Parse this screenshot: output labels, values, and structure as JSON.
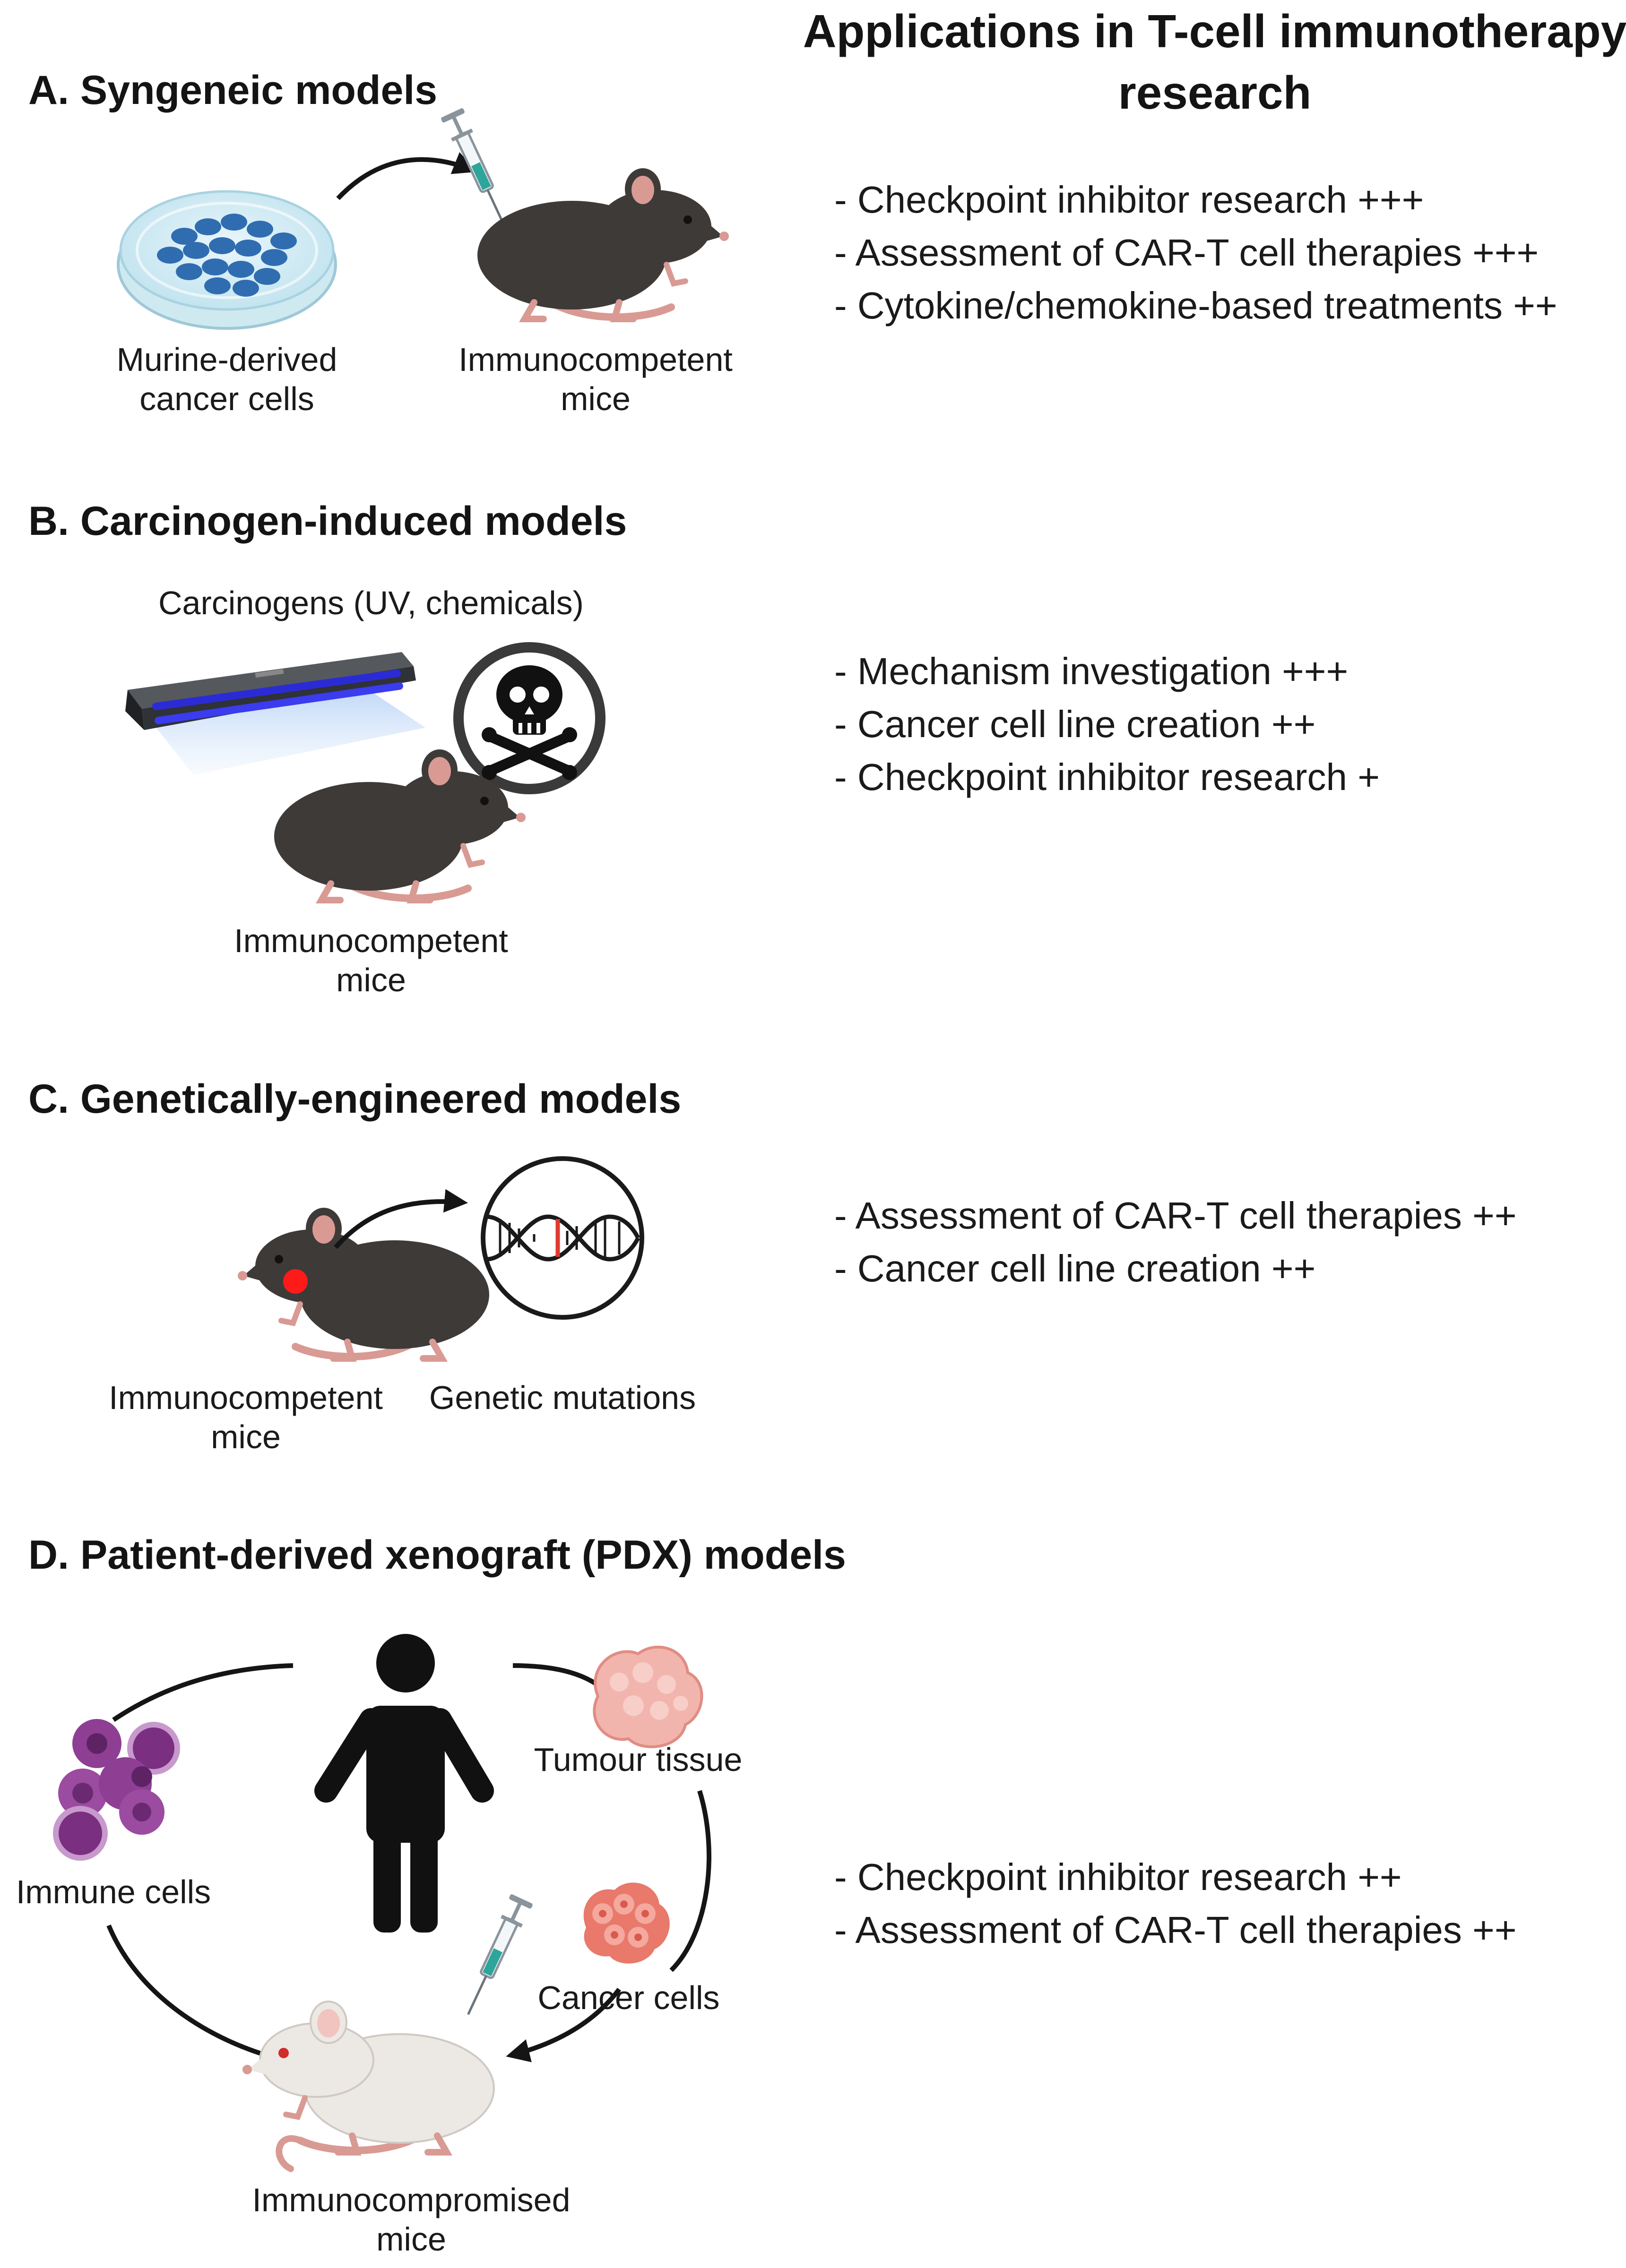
{
  "header": {
    "line1": "Applications in T-cell immunotherapy",
    "line2": "research"
  },
  "sections": {
    "a": {
      "title": "A. Syngeneic models",
      "label_cells_1": "Murine-derived",
      "label_cells_2": "cancer cells",
      "label_mice_1": "Immunocompetent",
      "label_mice_2": "mice",
      "applications": [
        "- Checkpoint inhibitor research +++",
        "- Assessment of CAR-T cell therapies +++",
        "- Cytokine/chemokine-based treatments ++"
      ]
    },
    "b": {
      "title": "B. Carcinogen-induced models",
      "carcinogens": "Carcinogens (UV, chemicals)",
      "label_mice_1": "Immunocompetent",
      "label_mice_2": "mice",
      "applications": [
        "- Mechanism investigation +++",
        "- Cancer cell line creation ++",
        "- Checkpoint inhibitor research +"
      ]
    },
    "c": {
      "title": "C. Genetically-engineered models",
      "label_mice_1": "Immunocompetent",
      "label_mice_2": "mice",
      "label_mutations": "Genetic mutations",
      "applications": [
        "- Assessment of CAR-T cell therapies ++",
        "- Cancer cell line creation ++"
      ]
    },
    "d": {
      "title": "D. Patient-derived xenograft (PDX) models",
      "label_tumour": "Tumour tissue",
      "label_immune": "Immune cells",
      "label_cancer": "Cancer cells",
      "label_mice_1": "Immunocompromised",
      "label_mice_2": "mice",
      "applications": [
        "- Checkpoint inhibitor research ++",
        "- Assessment of CAR-T cell therapies ++"
      ]
    }
  },
  "colors": {
    "mouse_dark": "#3d3a38",
    "mouse_white": "#ece8e4",
    "tail": "#d99a94",
    "dish_cells": "#2f6db0",
    "uv_light": "#2b2bd6",
    "immune_purple": "#8e3f93",
    "tumour_pink": "#f2b5ad",
    "cancer_red": "#e8796b",
    "mutation_red": "#e03a2f",
    "text": "#1a1a1a"
  },
  "icons": [
    "petri-dish-icon",
    "syringe-icon",
    "mouse-icon",
    "uv-lamp-icon",
    "skull-crossbones-icon",
    "dna-icon",
    "human-icon",
    "tumour-icon",
    "immune-cells-icon",
    "cancer-cells-icon"
  ]
}
